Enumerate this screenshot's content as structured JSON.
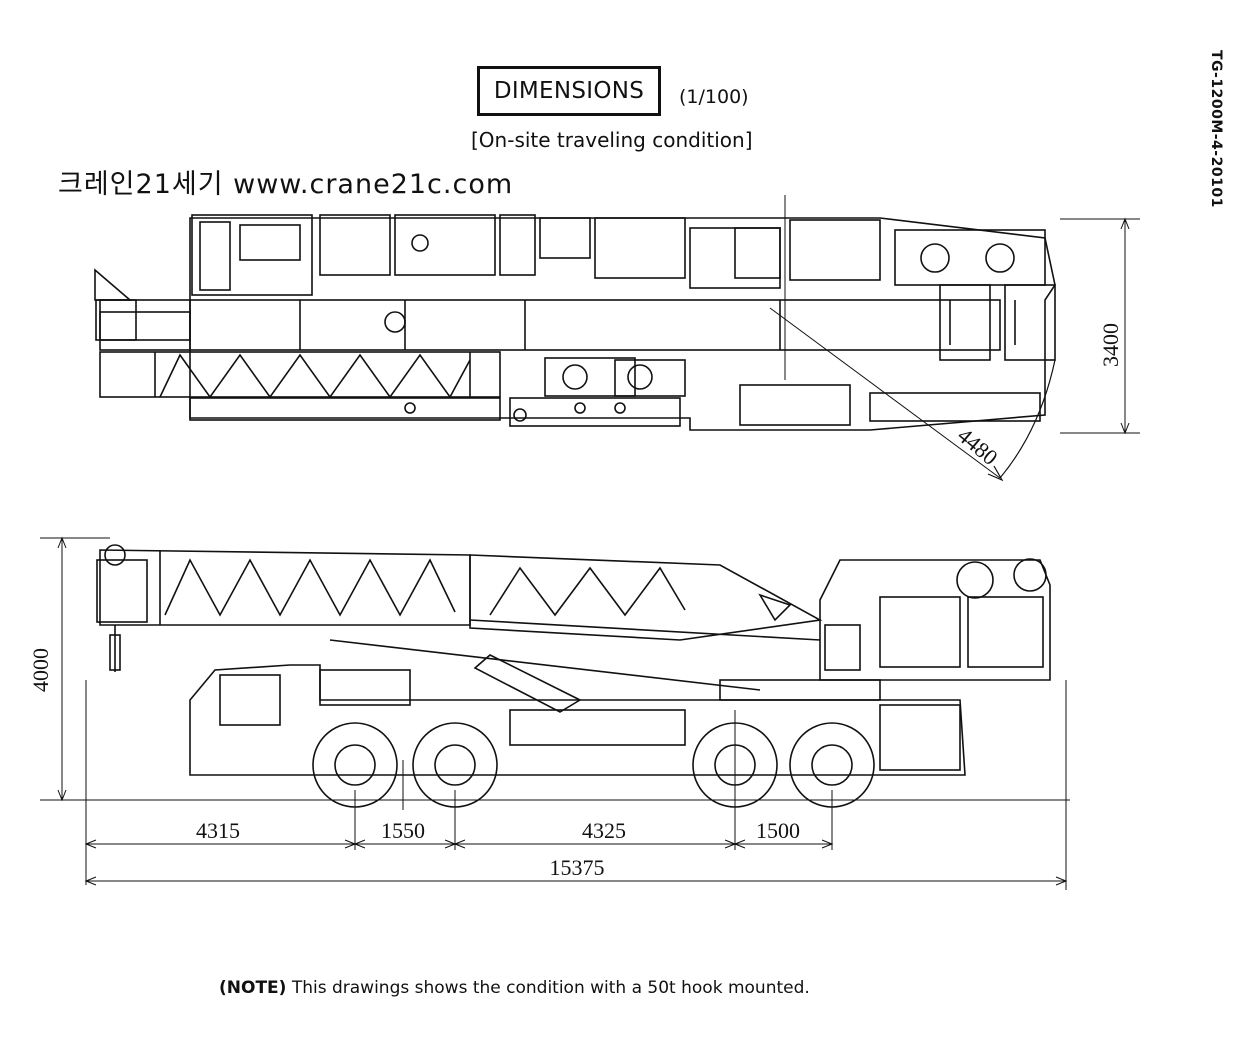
{
  "header": {
    "title": "DIMENSIONS",
    "scale": "(1/100)",
    "subtitle": "[On-site traveling condition]",
    "watermark": "크레인21세기 www.crane21c.com",
    "doc_id": "TG-1200M-4-20101"
  },
  "top_view": {
    "height_dim": "3400",
    "swing_radius": "4480"
  },
  "side_view": {
    "height_dim": "4000",
    "axle_dims": [
      "4315",
      "1550",
      "4325",
      "1500"
    ],
    "overall_length": "15375"
  },
  "note": {
    "prefix": "(NOTE)",
    "text": " This drawings shows the condition with a 50t hook mounted."
  }
}
